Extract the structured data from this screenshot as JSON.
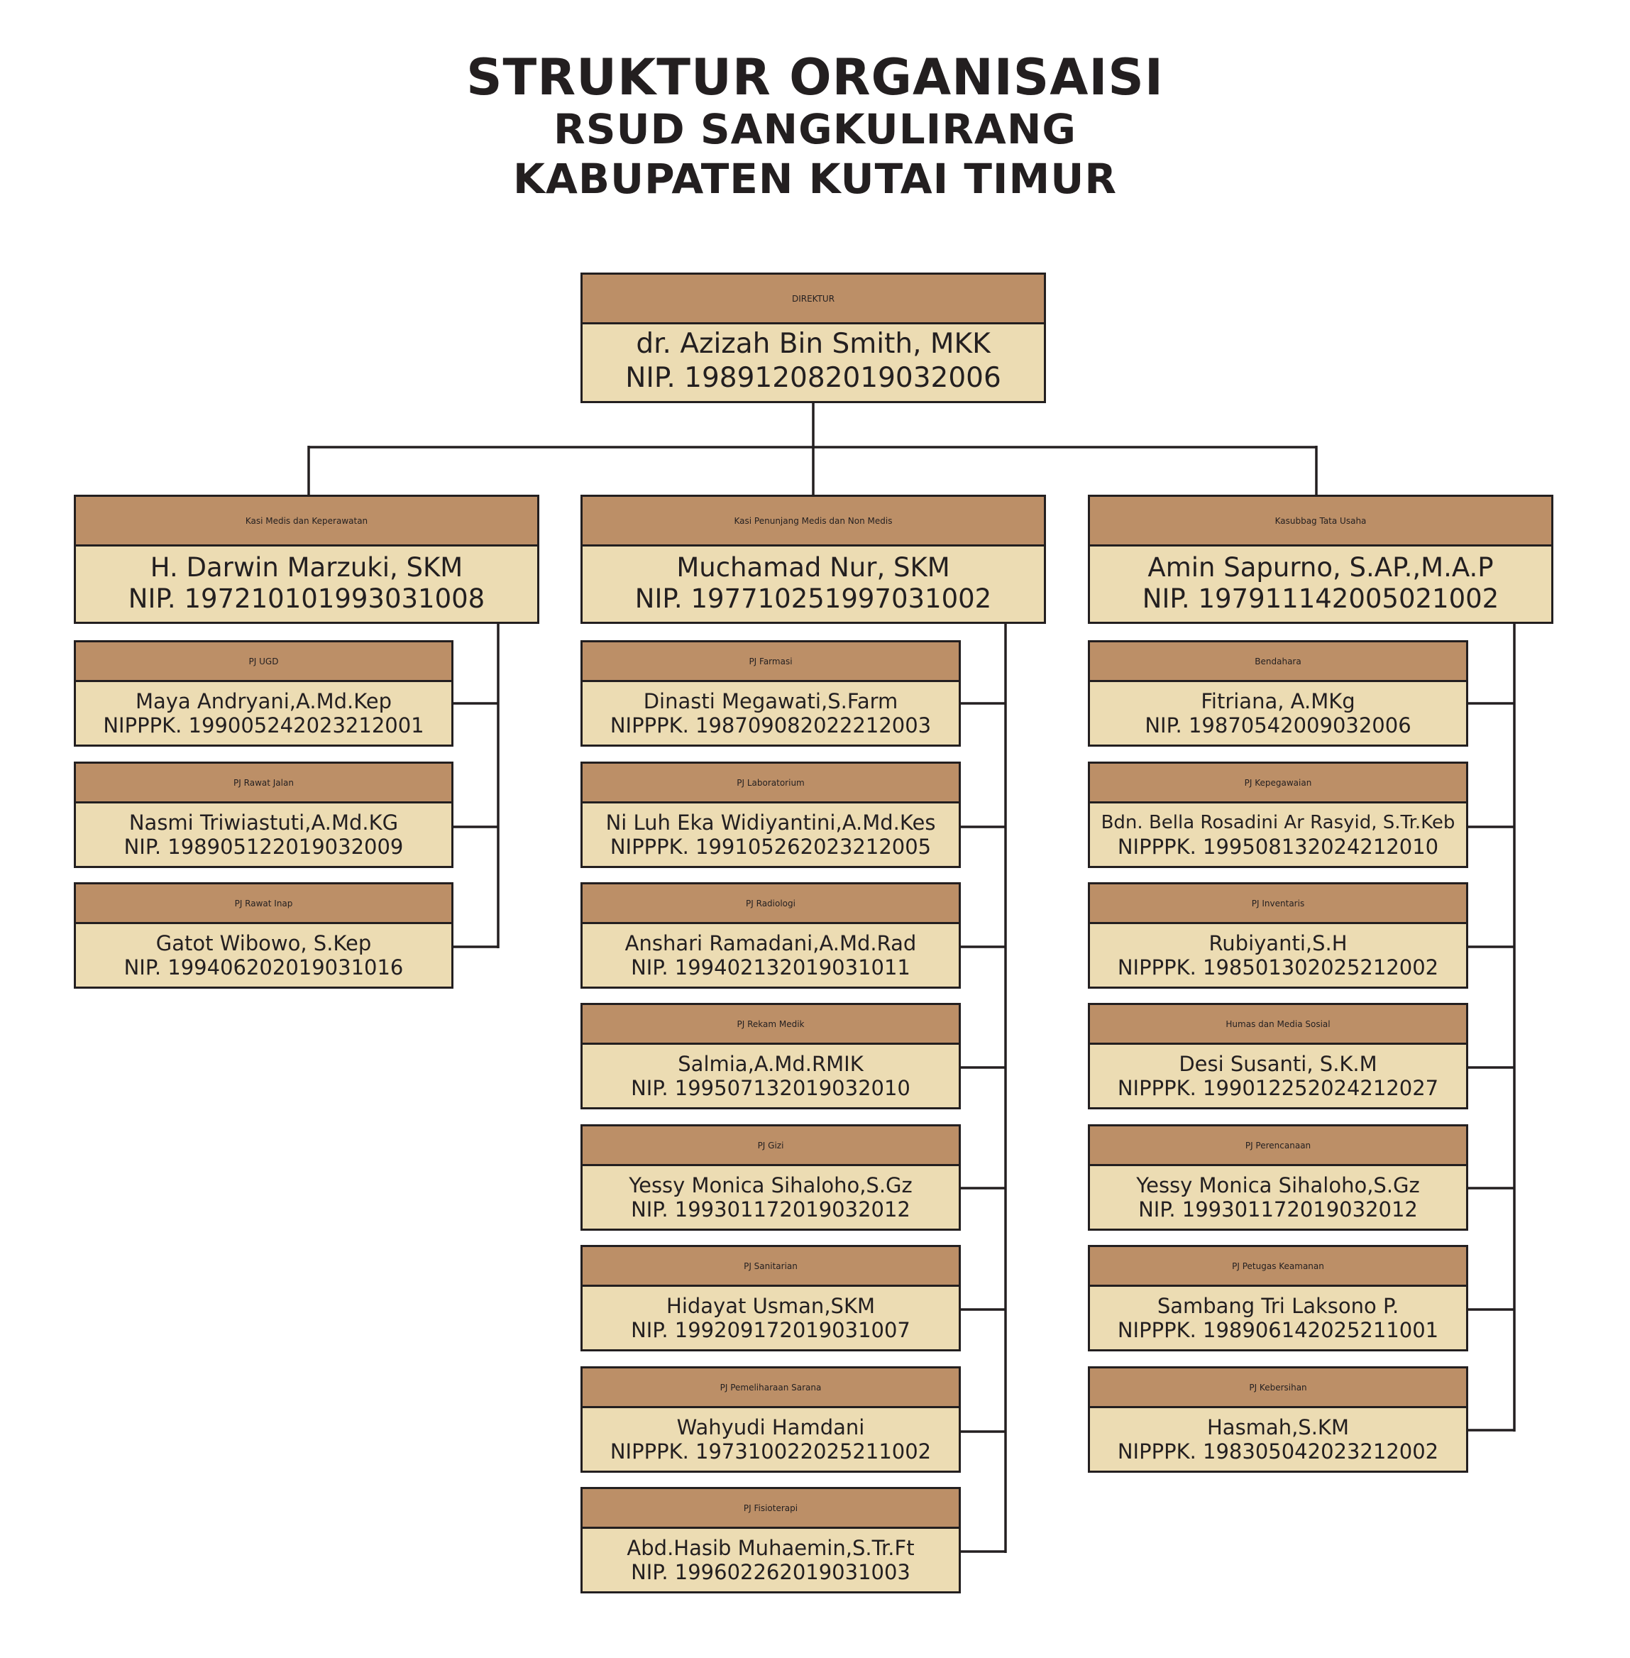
{
  "title": {
    "line1": "STRUKTUR ORGANISAISI",
    "line2": "RSUD SANGKULIRANG",
    "line3": "KABUPATEN KUTAI TIMUR"
  },
  "director": {
    "role": "DIREKTUR",
    "name": "dr. Azizah Bin Smith, MKK",
    "id": "NIP. 198912082019032006"
  },
  "sections": [
    {
      "role": "Kasi Medis dan Keperawatan",
      "name": "H. Darwin Marzuki, SKM",
      "id": "NIP. 197210101993031008",
      "units": [
        {
          "role": "PJ UGD",
          "name": "Maya Andryani,A.Md.Kep",
          "id": "NIPPPK. 199005242023212001"
        },
        {
          "role": "PJ Rawat Jalan",
          "name": "Nasmi Triwiastuti,A.Md.KG",
          "id": "NIP. 198905122019032009"
        },
        {
          "role": "PJ Rawat Inap",
          "name": "Gatot Wibowo, S.Kep",
          "id": "NIP. 199406202019031016"
        }
      ]
    },
    {
      "role": "Kasi Penunjang Medis dan Non Medis",
      "name": "Muchamad Nur, SKM",
      "id": "NIP. 197710251997031002",
      "units": [
        {
          "role": "PJ Farmasi",
          "name": "Dinasti Megawati,S.Farm",
          "id": "NIPPPK. 198709082022212003"
        },
        {
          "role": "PJ Laboratorium",
          "name": "Ni Luh Eka Widiyantini,A.Md.Kes",
          "id": "NIPPPK. 199105262023212005"
        },
        {
          "role": "PJ Radiologi",
          "name": "Anshari Ramadani,A.Md.Rad",
          "id": "NIP. 199402132019031011"
        },
        {
          "role": "PJ Rekam Medik",
          "name": "Salmia,A.Md.RMIK",
          "id": "NIP. 199507132019032010"
        },
        {
          "role": "PJ Gizi",
          "name": "Yessy Monica Sihaloho,S.Gz",
          "id": "NIP. 199301172019032012"
        },
        {
          "role": "PJ Sanitarian",
          "name": "Hidayat Usman,SKM",
          "id": "NIP. 199209172019031007"
        },
        {
          "role": "PJ Pemeliharaan Sarana",
          "name": "Wahyudi Hamdani",
          "id": "NIPPPK. 197310022025211002"
        },
        {
          "role": "PJ Fisioterapi",
          "name": "Abd.Hasib Muhaemin,S.Tr.Ft",
          "id": "NIP. 199602262019031003"
        }
      ]
    },
    {
      "role": "Kasubbag Tata Usaha",
      "name": "Amin Sapurno, S.AP.,M.A.P",
      "id": "NIP. 197911142005021002",
      "units": [
        {
          "role": "Bendahara",
          "name": "Fitriana, A.MKg",
          "id": "NIP. 19870542009032006"
        },
        {
          "role": "PJ Kepegawaian",
          "name": "Bdn. Bella Rosadini Ar Rasyid, S.Tr.Keb",
          "id": "NIPPPK. 199508132024212010"
        },
        {
          "role": "PJ Inventaris",
          "name": "Rubiyanti,S.H",
          "id": "NIPPPK. 198501302025212002"
        },
        {
          "role": "Humas dan Media Sosial",
          "name": "Desi Susanti, S.K.M",
          "id": "NIPPPK. 199012252024212027"
        },
        {
          "role": "PJ Perencanaan",
          "name": "Yessy Monica Sihaloho,S.Gz",
          "id": "NIP. 199301172019032012"
        },
        {
          "role": "PJ Petugas Keamanan",
          "name": "Sambang Tri Laksono P.",
          "id": "NIPPPK. 198906142025211001"
        },
        {
          "role": "PJ Kebersihan",
          "name": "Hasmah,S.KM",
          "id": "NIPPPK. 198305042023212002"
        }
      ]
    }
  ]
}
